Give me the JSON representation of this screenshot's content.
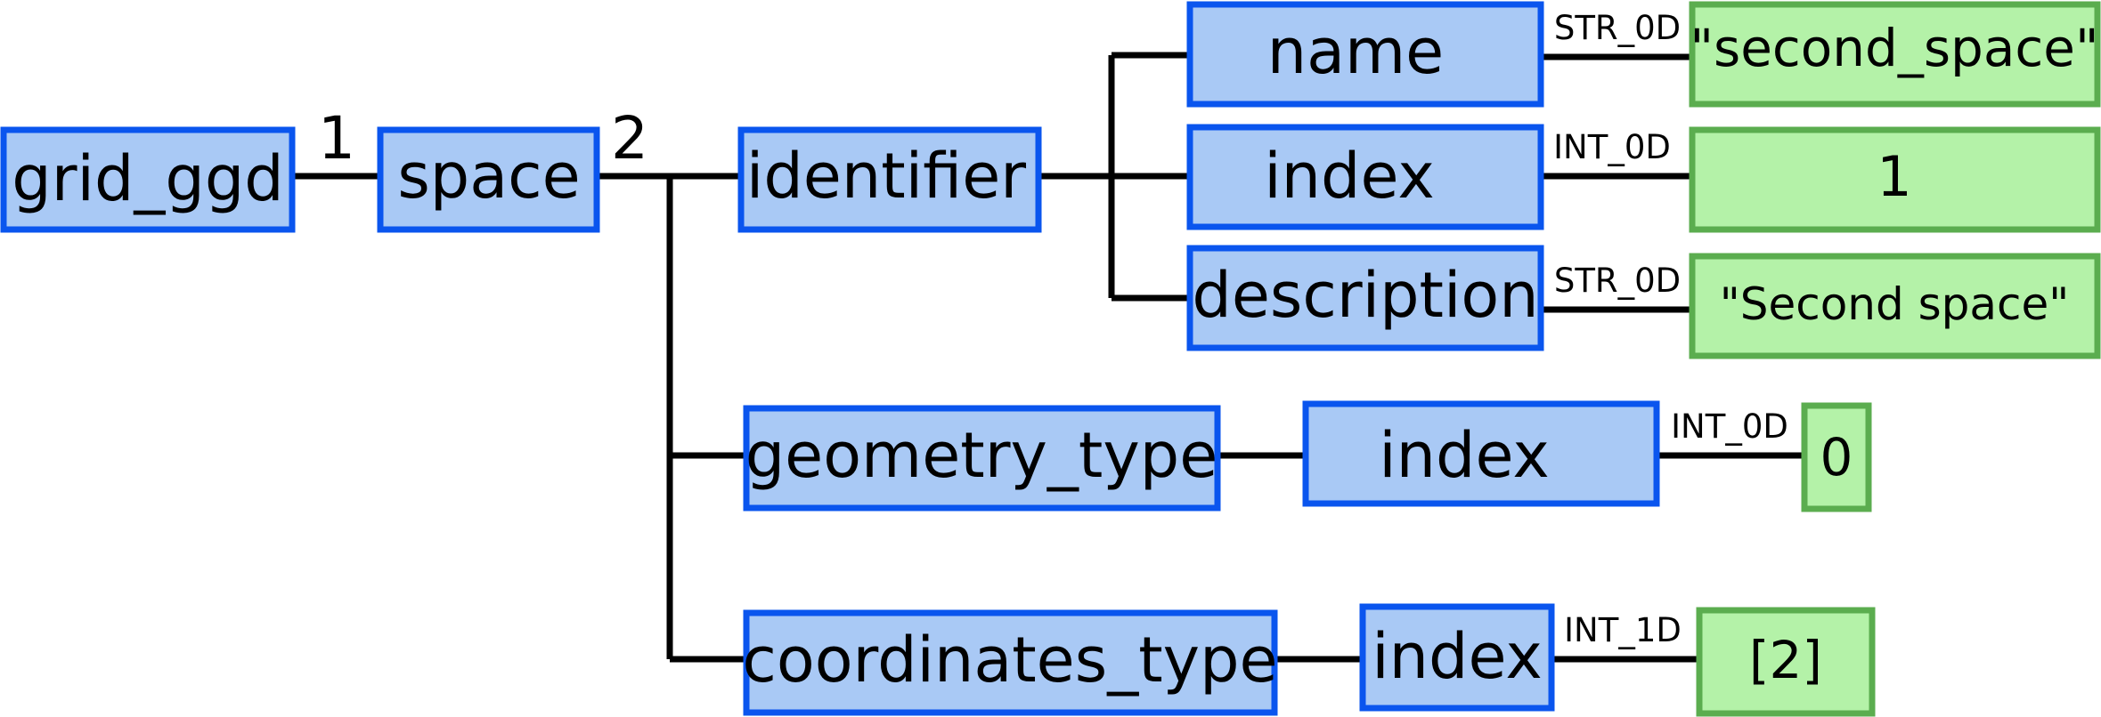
{
  "nodes": {
    "grid_ggd": "grid_ggd",
    "space": "space",
    "identifier": "identifier",
    "name": "name",
    "identifier_index": "index",
    "description": "description",
    "geometry_type": "geometry_type",
    "geometry_type_index": "index",
    "coordinates_type": "coordinates_type",
    "coordinates_type_index": "index"
  },
  "values": {
    "name_value": "\"second_space\"",
    "identifier_index_value": "1",
    "description_value": "\"Second space\"",
    "geometry_type_index_value": "0",
    "coordinates_type_index_value": "[2]"
  },
  "edge_labels": {
    "grid_ggd_to_space": "1",
    "space_to_children": "2",
    "name_type": "STR_0D",
    "identifier_index_type": "INT_0D",
    "description_type": "STR_0D",
    "geometry_type_index_type": "INT_0D",
    "coordinates_type_index_type": "INT_1D"
  },
  "colors": {
    "structure_node_fill": "#a9c9f5",
    "structure_node_border": "#0a55ee",
    "value_node_fill": "#b4f2a8",
    "value_node_border": "#5bad4f",
    "connector": "#000000"
  }
}
